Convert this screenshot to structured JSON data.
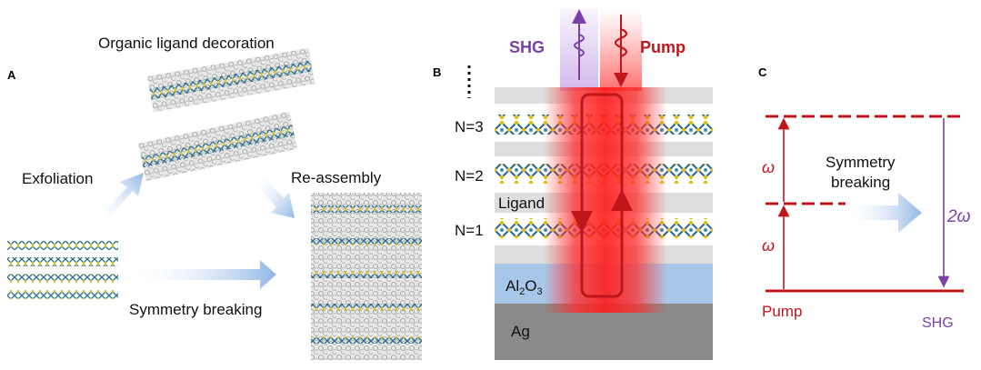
{
  "panel_a": {
    "letter": "A",
    "title": "Organic ligand decoration",
    "exfoliation": "Exfoliation",
    "reassembly": "Re-assembly",
    "symmetry_breaking": "Symmetry breaking"
  },
  "panel_b": {
    "letter": "B",
    "shg": "SHG",
    "pump": "Pump",
    "n3": "N=3",
    "n2": "N=2",
    "n1": "N=1",
    "ligand": "Ligand",
    "al2o3_main": "Al",
    "al2o3_sub1": "2",
    "al2o3_o": "O",
    "al2o3_sub2": "3",
    "ag": "Ag"
  },
  "panel_c": {
    "letter": "C",
    "omega_upper": "ω",
    "omega_lower": "ω",
    "symmetry": "Symmetry",
    "breaking": "breaking",
    "two_omega": "2ω",
    "pump": "Pump",
    "shg": "SHG"
  },
  "colors": {
    "pump_red": "#c0161b",
    "shg_purple": "#7b3fa8",
    "al2o3_blue": "#a8c8ea",
    "ag_gray": "#8a8a8a",
    "ligand_gray": "#dcdcdc",
    "arrow_blue": "#9cc0e8"
  }
}
